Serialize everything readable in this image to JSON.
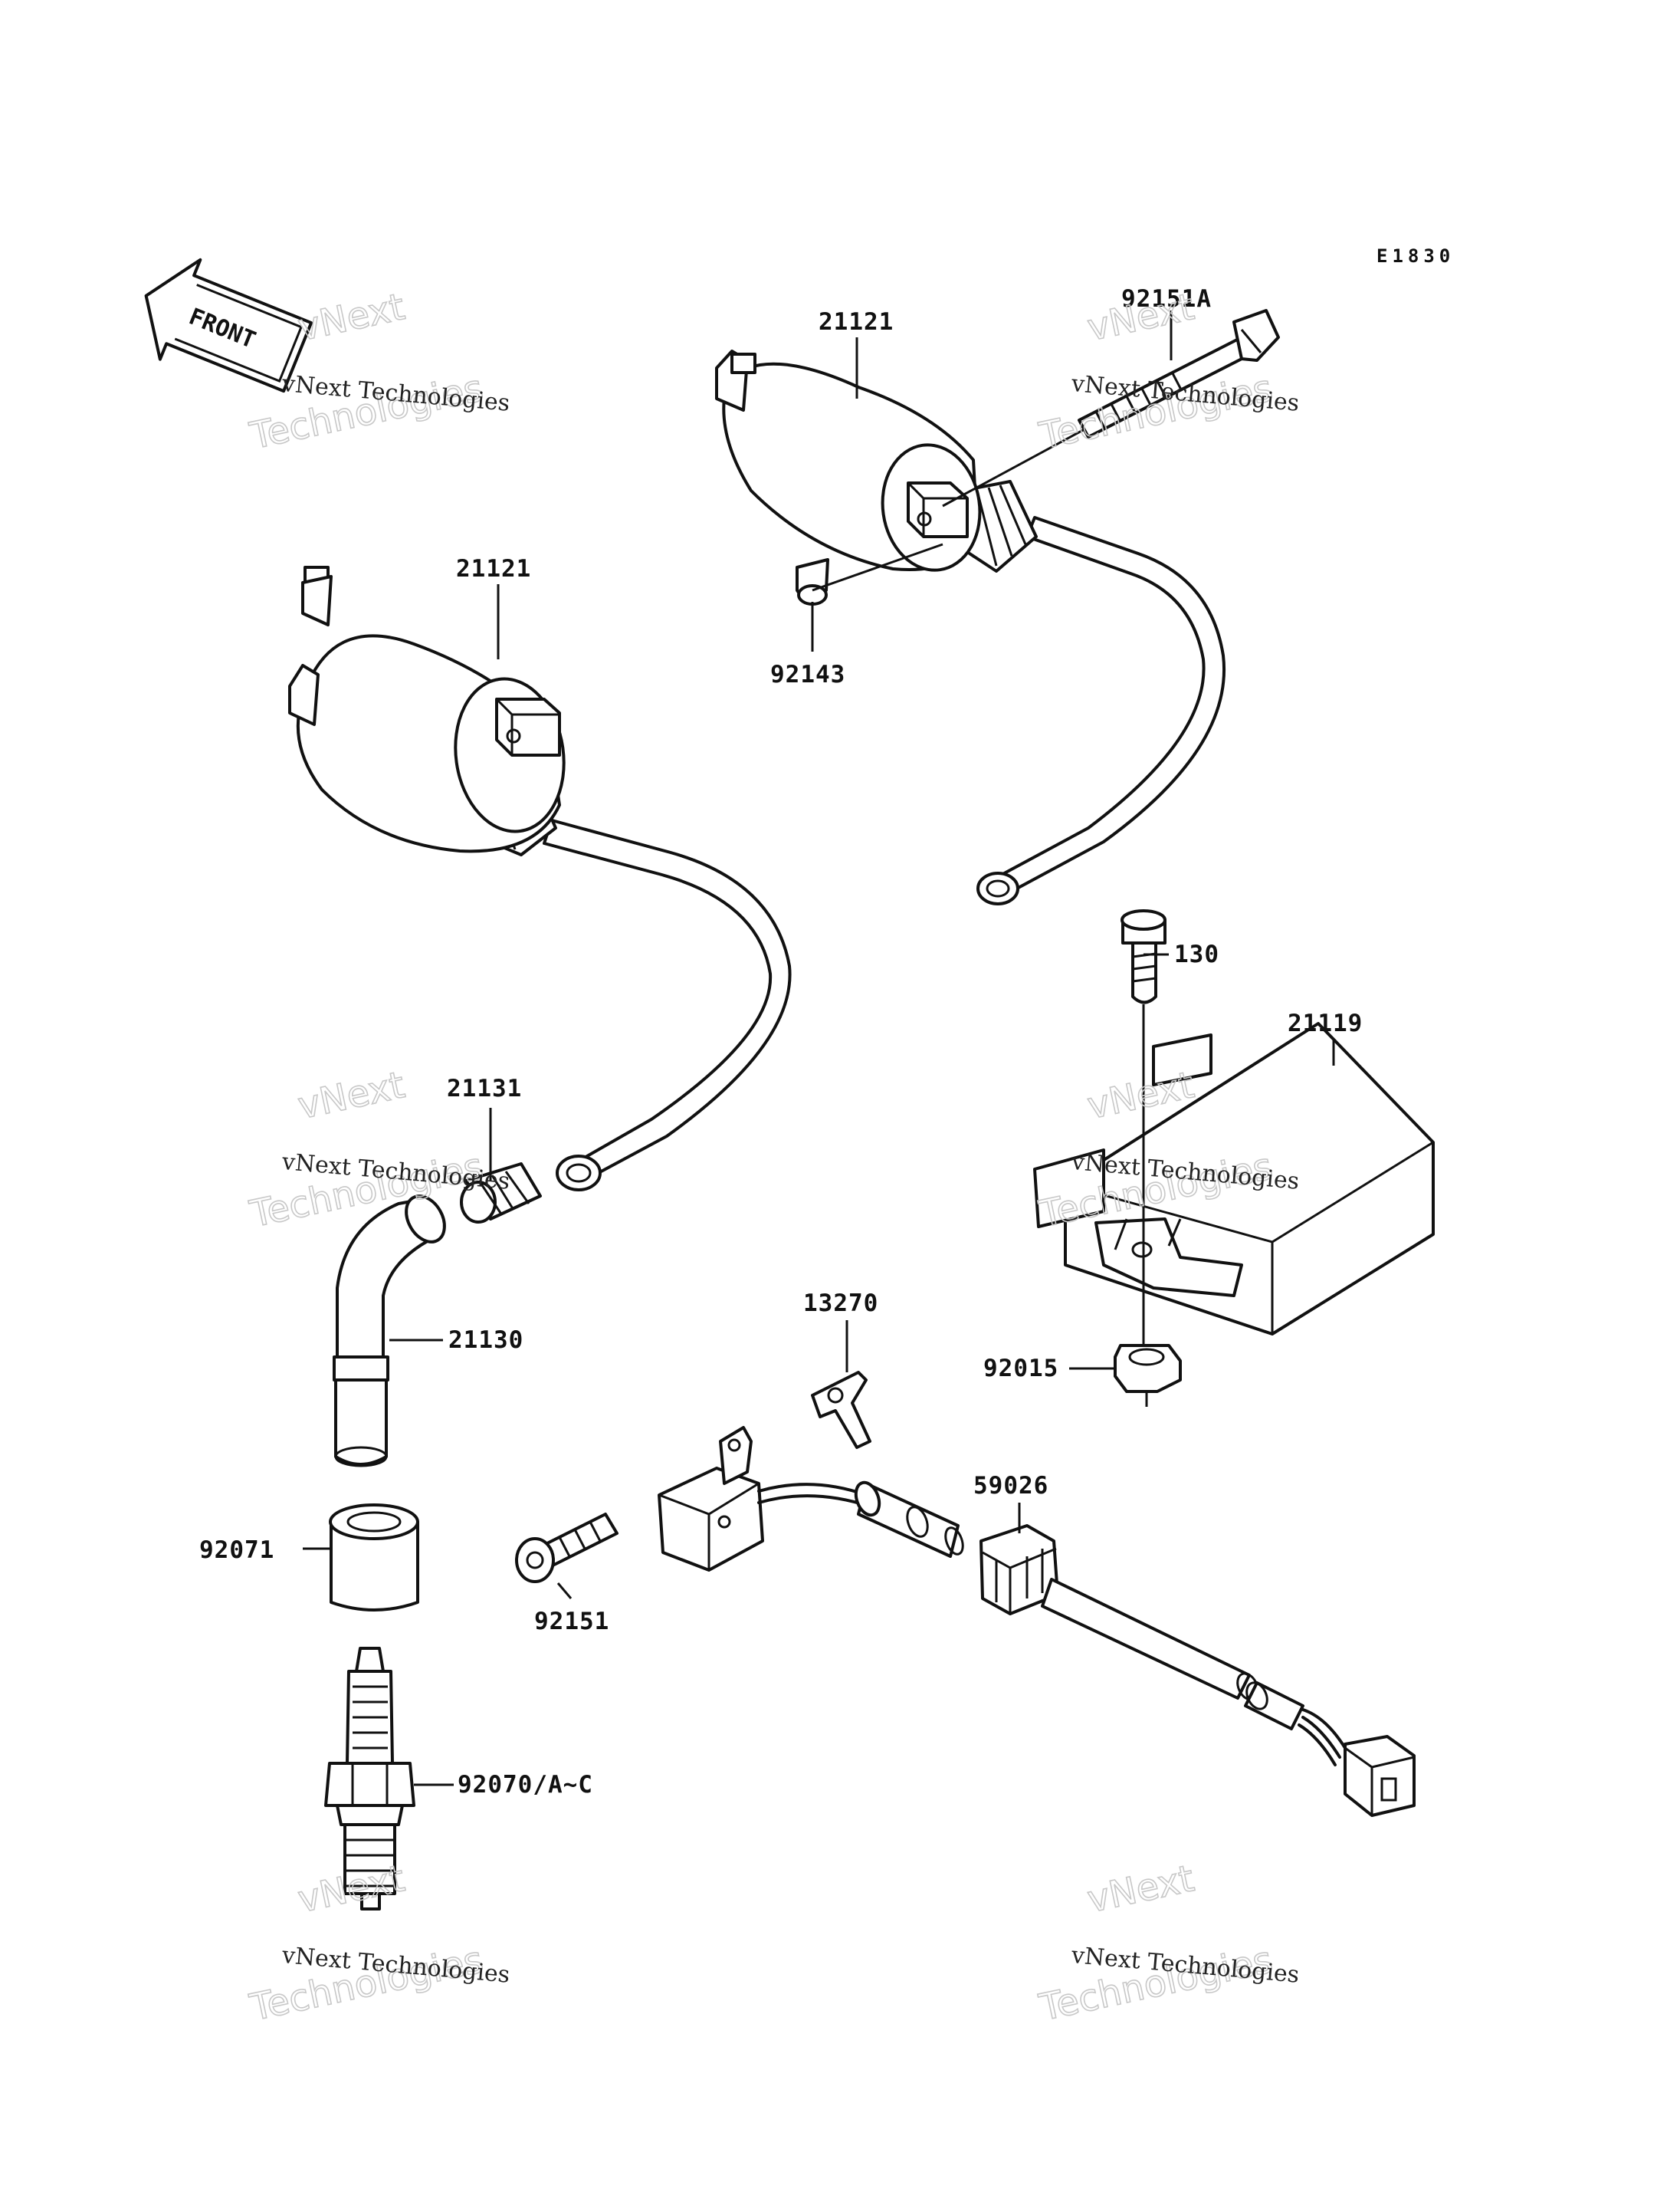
{
  "diagram_code": "E1830",
  "front_label": "FRONT",
  "parts": {
    "coil_upper": "21121",
    "bolt_upper": "92151A",
    "collar_upper": "92143",
    "coil_lower": "21121",
    "bolt_igniter": "130",
    "igniter": "21119",
    "nut_igniter": "92015",
    "connector": "21131",
    "cap": "21130",
    "bracket": "13270",
    "clamp": "59026",
    "bolt_pickup": "92151",
    "seal": "92071",
    "spark_plug": "92070/A~C"
  },
  "watermarks": [
    {
      "line1": "vNext Technologies",
      "line2": "Technologies",
      "line3": "vNext"
    },
    {
      "line1": "vNext Technologies",
      "line2": "Technologies",
      "line3": "vNext"
    },
    {
      "line1": "vNext Technologies",
      "line2": "Technologies",
      "line3": "vNext"
    },
    {
      "line1": "vNext Technologies",
      "line2": "Technologies",
      "line3": "vNext"
    },
    {
      "line1": "vNext Technologies",
      "line2": "Technologies",
      "line3": "vNext"
    },
    {
      "line1": "vNext Technologies",
      "line2": "Technologies",
      "line3": "vNext"
    }
  ]
}
